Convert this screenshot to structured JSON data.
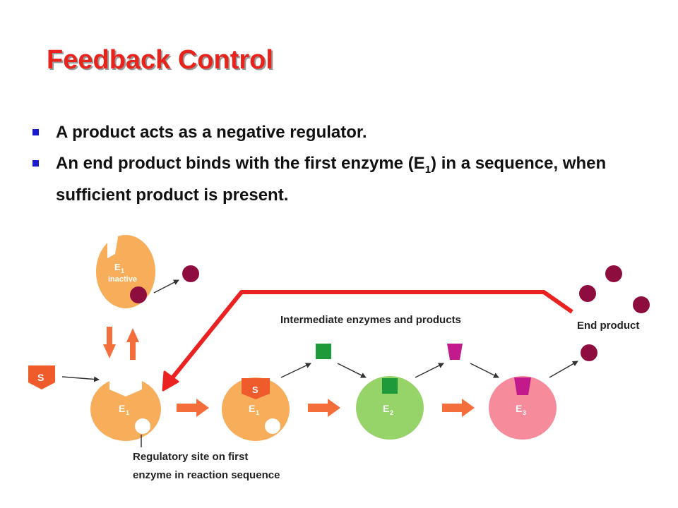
{
  "title": "Feedback Control",
  "bullets": [
    {
      "text": "A product acts as a negative regulator."
    },
    {
      "pre": "An end product binds with the first enzyme (E",
      "sub": "1",
      "post": ") in a sequence, when sufficient product is present."
    }
  ],
  "diagram": {
    "substrate": "S",
    "e1_label": "E",
    "e1_sub": "1",
    "e1_inactive_label": "E",
    "e1_inactive_sub": "1",
    "inactive_text": "inactive",
    "bound_substrate": "S",
    "e2_label": "E",
    "e2_sub": "2",
    "e3_label": "E",
    "e3_sub": "3",
    "intermediate_label": "Intermediate enzymes and products",
    "end_product_label": "End product",
    "regulatory_caption_line1": "Regulatory site on first",
    "regulatory_caption_line2": "enzyme in reaction sequence",
    "colors": {
      "enzyme_orange": "#f7ad5a",
      "enzyme_green": "#96d46a",
      "enzyme_pink": "#f58b9b",
      "substrate": "#ef5b2a",
      "product_green": "#1f9a3a",
      "product_magenta": "#c21a8c",
      "end_product": "#8e0d3f",
      "feedback_red": "#ea2222",
      "flow_arrow": "#f46e3c"
    }
  }
}
